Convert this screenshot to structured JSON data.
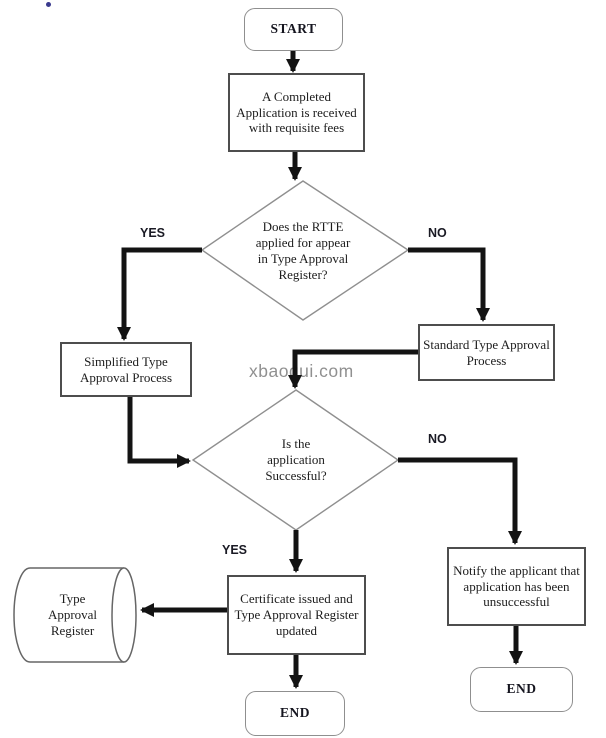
{
  "watermark": {
    "text": "xbaoqui.com"
  },
  "nodes": {
    "start": {
      "label": "START",
      "type": "terminator"
    },
    "received": {
      "label": "A Completed\nApplication is received\nwith requisite fees",
      "type": "process"
    },
    "rtte_decision": {
      "label": "Does the RTTE\napplied for appear\nin Type Approval\nRegister?",
      "type": "decision"
    },
    "simplified": {
      "label": "Simplified Type\nApproval Process",
      "type": "process"
    },
    "standard": {
      "label": "Standard Type Approval\nProcess",
      "type": "process"
    },
    "success_decision": {
      "label": "Is the\napplication\nSuccessful?",
      "type": "decision"
    },
    "notify": {
      "label": "Notify the applicant that\napplication has been\nunsuccessful",
      "type": "process"
    },
    "certificate": {
      "label": "Certificate issued and\nType Approval Register\nupdated",
      "type": "process"
    },
    "register": {
      "label": "Type\nApproval\nRegister",
      "type": "data-store"
    },
    "end_main": {
      "label": "END",
      "type": "terminator"
    },
    "end_right": {
      "label": "END",
      "type": "terminator"
    }
  },
  "edge_labels": {
    "yes_rtte": "YES",
    "no_rtte": "NO",
    "yes_success": "YES",
    "no_success": "NO"
  },
  "colors": {
    "arrow": "#131313",
    "process_border": "#4d4d4d",
    "diamond_stroke": "#8f8f8f",
    "watermark": "#909090"
  }
}
